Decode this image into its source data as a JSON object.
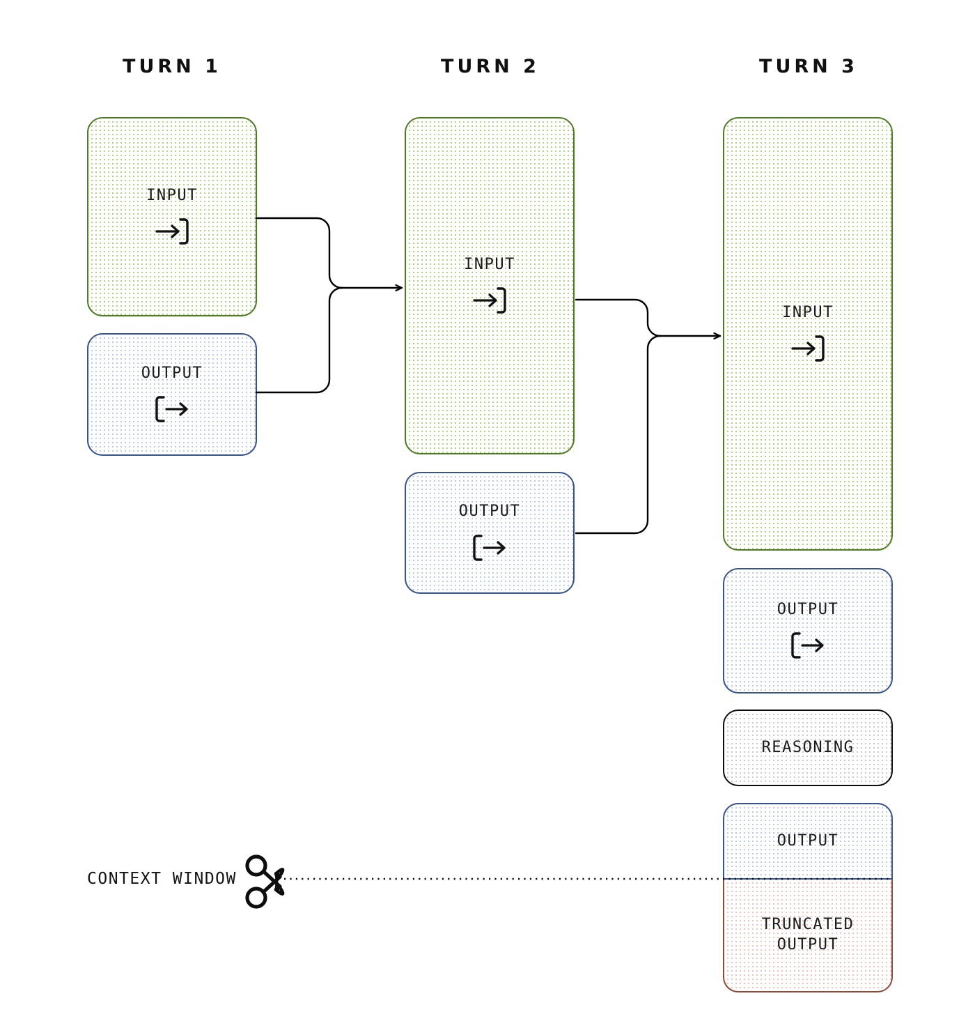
{
  "diagram": {
    "title_turn1": "TURN 1",
    "title_turn2": "TURN 2",
    "title_turn3": "TURN 3",
    "labels": {
      "input": "INPUT",
      "output": "OUTPUT",
      "reasoning": "REASONING",
      "truncated_output_line1": "TRUNCATED",
      "truncated_output_line2": "OUTPUT",
      "context_window": "CONTEXT WINDOW"
    },
    "icons": {
      "input_icon": "arrow-into-bracket-icon",
      "output_icon": "bracket-out-arrow-icon",
      "cut_icon": "scissors-icon"
    },
    "colors": {
      "input_border": "#4d7a23",
      "input_fill_dot": "#aed07e",
      "output_border": "#36528f",
      "output_fill_dot": "#b9c8e6",
      "reasoning_border": "#0d0d0d",
      "reasoning_fill_dot": "#c9c9c9",
      "truncated_border": "#8d4b36",
      "truncated_fill_dot": "#eec0bb",
      "connector": "#000000",
      "text": "#141414",
      "background": "#ffffff"
    },
    "turns": [
      {
        "name": "turn-1",
        "blocks": [
          {
            "kind": "input",
            "label": "INPUT"
          },
          {
            "kind": "output",
            "label": "OUTPUT"
          }
        ]
      },
      {
        "name": "turn-2",
        "blocks": [
          {
            "kind": "input",
            "label": "INPUT"
          },
          {
            "kind": "output",
            "label": "OUTPUT"
          }
        ]
      },
      {
        "name": "turn-3",
        "blocks": [
          {
            "kind": "input",
            "label": "INPUT"
          },
          {
            "kind": "output",
            "label": "OUTPUT"
          },
          {
            "kind": "reasoning",
            "label": "REASONING"
          },
          {
            "kind": "output",
            "label": "OUTPUT"
          },
          {
            "kind": "truncated",
            "label": "TRUNCATED OUTPUT"
          }
        ]
      }
    ]
  }
}
